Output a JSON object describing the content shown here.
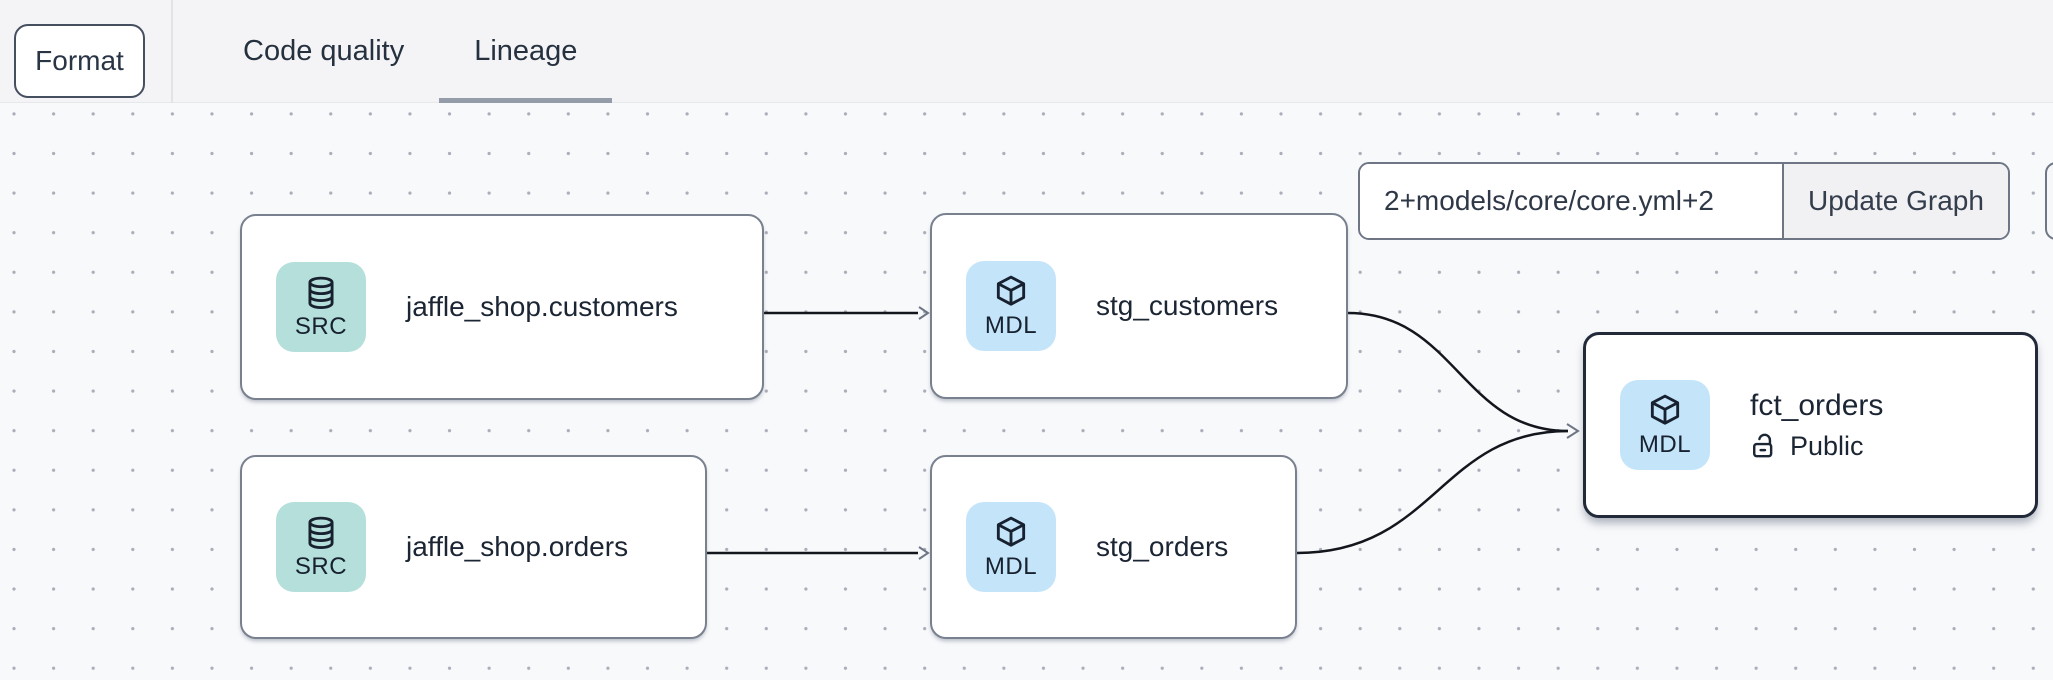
{
  "header": {
    "format_button": "Format",
    "tabs": [
      {
        "label": "Code quality",
        "active": false
      },
      {
        "label": "Lineage",
        "active": true
      }
    ]
  },
  "toolbar": {
    "selector_value": "2+models/core/core.yml+2",
    "update_button": "Update Graph"
  },
  "graph": {
    "nodes": {
      "customers_src": {
        "badge": "SRC",
        "icon": "database-icon",
        "label": "jaffle_shop.customers",
        "kind": "source"
      },
      "stg_customers": {
        "badge": "MDL",
        "icon": "cube-icon",
        "label": "stg_customers",
        "kind": "model"
      },
      "orders_src": {
        "badge": "SRC",
        "icon": "database-icon",
        "label": "jaffle_shop.orders",
        "kind": "source"
      },
      "stg_orders": {
        "badge": "MDL",
        "icon": "cube-icon",
        "label": "stg_orders",
        "kind": "model"
      },
      "fct_orders": {
        "badge": "MDL",
        "icon": "cube-icon",
        "label": "fct_orders",
        "kind": "model",
        "access": "Public",
        "access_icon": "unlock-icon",
        "selected": true
      }
    },
    "edges": [
      {
        "from": "jaffle_shop.customers",
        "to": "stg_customers"
      },
      {
        "from": "jaffle_shop.orders",
        "to": "stg_orders"
      },
      {
        "from": "stg_customers",
        "to": "fct_orders"
      },
      {
        "from": "stg_orders",
        "to": "fct_orders"
      }
    ],
    "colors": {
      "source_badge": "#b5dfda",
      "model_badge": "#c4e4f9",
      "selected_border": "#222a3a",
      "edge": "#13161c",
      "tab_underline": "#959ca9"
    }
  }
}
